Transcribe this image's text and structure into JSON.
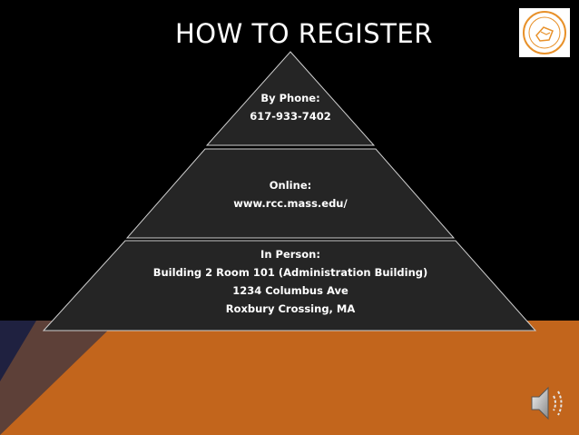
{
  "slide": {
    "title": "HOW TO REGISTER"
  },
  "pyramid": {
    "tiers": [
      {
        "lines": [
          "By Phone:",
          "617-933-7402"
        ]
      },
      {
        "lines": [
          "Online:",
          "www.rcc.mass.edu/"
        ]
      },
      {
        "lines": [
          "In Person:",
          "Building 2 Room 101 (Administration Building)",
          "1234 Columbus Ave",
          "Roxbury Crossing, MA"
        ]
      }
    ]
  },
  "colors": {
    "background": "#000000",
    "bottom_navy": "#1f2140",
    "bottom_orange": "#c2651c",
    "tier_fill": "#252525",
    "tier_stroke": "#cfcfcf",
    "logo_orange": "#e8912a"
  },
  "icons": {
    "logo": "college-seal-icon",
    "audio": "speaker-icon"
  }
}
